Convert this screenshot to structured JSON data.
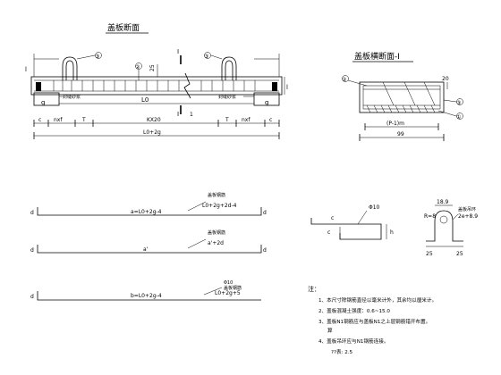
{
  "main_section": {
    "title": "盖板断面",
    "labels": {
      "l_left": "l",
      "l_right": "l",
      "g_left": "g",
      "g_right": "g",
      "sealing_left": "封缝砂浆",
      "sealing_right": "封缝砂浆",
      "l0": "L0",
      "dim_25": "25",
      "dim_1": "1",
      "dim_i_top": "I",
      "dim_i_bottom": "I",
      "bottom_c_left": "c",
      "bottom_c_right": "c",
      "bottom_nxf_left": "nxf",
      "bottom_t_left": "T",
      "bottom_kx20": "KX20",
      "bottom_t_right": "T",
      "bottom_nxf_right": "nxf",
      "bottom_total": "L0+2g",
      "callout_3": "③",
      "callout_3b": "③",
      "callout_2": "②"
    }
  },
  "cross_section": {
    "title": "盖板横断面-Ⅰ",
    "labels": {
      "dim_20": "20",
      "callout_2": "②",
      "callout_3": "③",
      "callout_1": "①",
      "dim_p": "(P-1)m",
      "dim_99": "99"
    }
  },
  "rebar_shapes": {
    "bar_a": {
      "formula": "a=L0+2g-4",
      "tag": "盖板钢筋",
      "note": "L0+2g+2d-4",
      "d_left": "d",
      "d_right": "d"
    },
    "bar_a_prime": {
      "formula": "a'",
      "tag": "盖板钢筋",
      "note": "a'+2d",
      "d_left": "d",
      "d_right": "d"
    },
    "bar_b": {
      "formula": "b=L0+2g-4",
      "tag": "盖板钢筋",
      "note": "L0+2g+5",
      "phi": "Φ10",
      "d_left": "d"
    },
    "hook": {
      "phi": "Φ10",
      "c1": "c",
      "c2": "c",
      "h": "h"
    },
    "lifting_ring": {
      "dim_top": "18.9",
      "tag": "盖板吊环",
      "radius": "R=8",
      "note": "2e+8.9",
      "foot_left": "25",
      "foot_right": "25"
    }
  },
  "notes": {
    "heading": "注：",
    "items": [
      "1、本尺寸除钢筋直径以毫米计外，其余均以厘米计。",
      "2、盖板混凝土强度：0.6~15.0",
      "3、盖板N1钢筋应与盖板N1之上层钢筋错开布置。",
      "4、盖板吊环应与N1钢筋连接。"
    ],
    "extra_1": "算",
    "extra_2": "??表: 2.5"
  }
}
